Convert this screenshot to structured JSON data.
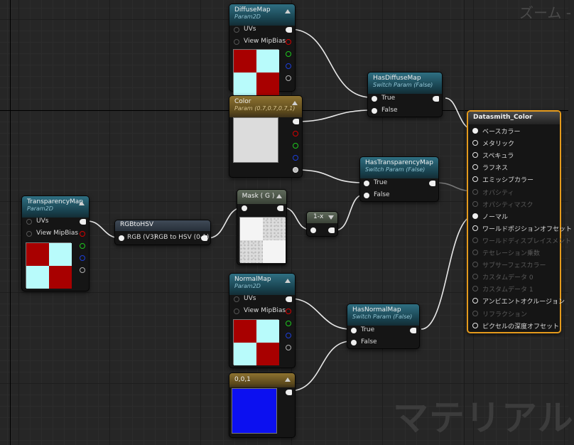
{
  "graph": {
    "zoom_label": "ズーム -",
    "watermark": "マテリアル"
  },
  "nodes": {
    "diffuse_map": {
      "title": "DiffuseMap",
      "subtitle": "Param2D",
      "inputs": [
        "UVs",
        "View MipBias"
      ]
    },
    "color": {
      "title": "Color",
      "subtitle": "Param (0.7,0.7,0.7,1)"
    },
    "has_diffuse_map": {
      "title": "HasDiffuseMap",
      "subtitle": "Switch Param (False)",
      "inputs": [
        "True",
        "False"
      ]
    },
    "transparency_map": {
      "title": "TransparencyMap",
      "subtitle": "Param2D",
      "inputs": [
        "UVs",
        "View MipBias"
      ]
    },
    "rgb_to_hsv": {
      "title": "RGBtoHSV",
      "inputs": [
        "RGB (V3)"
      ],
      "output": "RGB to HSV (0-1)"
    },
    "mask": {
      "title": "Mask ( G )"
    },
    "one_minus_x": {
      "title": "1-x"
    },
    "has_transparency_map": {
      "title": "HasTransparencyMap",
      "subtitle": "Switch Param (False)",
      "inputs": [
        "True",
        "False"
      ]
    },
    "normal_map": {
      "title": "NormalMap",
      "subtitle": "Param2D",
      "inputs": [
        "UVs",
        "View MipBias"
      ]
    },
    "has_normal_map": {
      "title": "HasNormalMap",
      "subtitle": "Switch Param (False)",
      "inputs": [
        "True",
        "False"
      ]
    },
    "constant_001": {
      "title": "0,0,1"
    },
    "datasmith_color": {
      "title": "Datasmith_Color",
      "pins": [
        "ベースカラー",
        "メタリック",
        "スペキュラ",
        "ラフネス",
        "エミッシブカラー",
        "オパシティ",
        "オパシティマスク",
        "ノーマル",
        "ワールドポジションオフセット",
        "ワールドディスプレイスメント",
        "テセレーション乗数",
        "サブサーフェスカラー",
        "カスタムデータ 0",
        "カスタムデータ 1",
        "アンビエントオクルージョン",
        "リフラクション",
        "ピクセルの深度オフセット"
      ]
    }
  },
  "colors": {
    "texture_header": "#173e4a",
    "vector_header": "#5a481c",
    "result_border": "#e49a1c",
    "checker_red": "#a80000",
    "checker_cyan": "#b8fbfb",
    "constant_blue": "#0c10f0",
    "color_swatch": "#dcdcdc"
  }
}
